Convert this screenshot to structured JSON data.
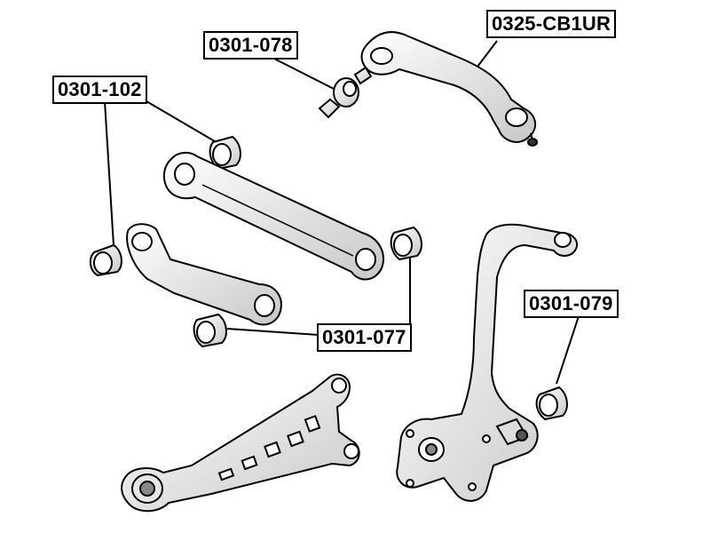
{
  "diagram": {
    "labels": {
      "p0301_078": "0301-078",
      "p0325_cb1ur": "0325-CB1UR",
      "p0301_102": "0301-102",
      "p0301_077": "0301-077",
      "p0301_079": "0301-079"
    },
    "colors": {
      "ink": "#000000",
      "part_fill": "#ffffff",
      "part_shade": "#cfcfcf"
    }
  }
}
